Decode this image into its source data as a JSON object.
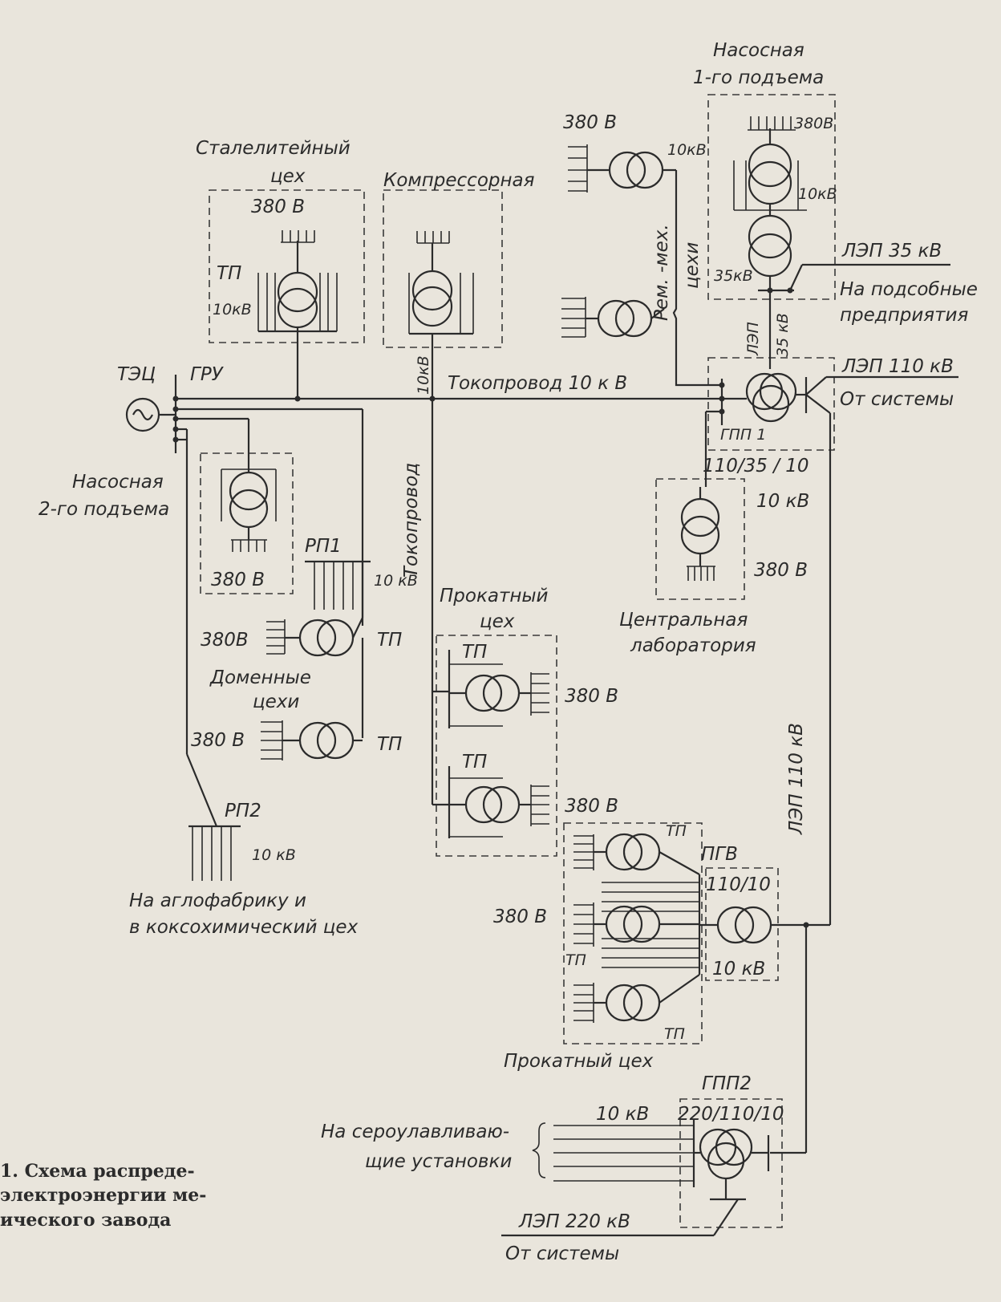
{
  "labels": {
    "pump1": [
      "Насосная",
      "1-го подъема"
    ],
    "steel": [
      "Сталелитейный",
      "цех"
    ],
    "compressor": "Компрессорная",
    "v380": "380 В",
    "v380b": "380В",
    "kv10": "10кВ",
    "kv10s": "10 кВ",
    "tp": "ТП",
    "rem_mech": [
      "Рем. -мех.",
      "цехи"
    ],
    "kv35": "35кВ",
    "lep35": "ЛЭП 35 кВ",
    "subsidiary": [
      "На подсобные",
      "предприятия"
    ],
    "lep_vert": "ЛЭП",
    "kv35_vert": "35 кВ",
    "lep110": "ЛЭП 110 кВ",
    "from_system": "От системы",
    "tec": "ТЭЦ",
    "gru": "ГРУ",
    "bus10": "Токопровод  10 к В",
    "bus_vert": "Токопровод",
    "kv10_vert": "10кВ",
    "gpp1": "ГПП 1",
    "gpp1_ratio": "110/35 / 10",
    "pump2": [
      "Насосная",
      "2-го подъема"
    ],
    "rp1": "РП1",
    "blast": [
      "Доменные",
      "цехи"
    ],
    "rolling1": [
      "Прокатный",
      "цех"
    ],
    "central_lab": [
      "Центральная",
      "лаборатория"
    ],
    "rp2": "РП2",
    "aglo": [
      "На аглофабрику и",
      "в коксохимический цех"
    ],
    "pgv": "ПГВ",
    "pgv_ratio": "110/10",
    "lep110_vert": "ЛЭП  110 кВ",
    "rolling2": "Прокатный цех",
    "gpp2": "ГПП2",
    "gpp2_ratio": "220/110/10",
    "desulf": [
      "На сероулавливаю-",
      "щие установки"
    ],
    "lep220": "ЛЭП  220 кВ",
    "from_system2": "От системы"
  },
  "caption": [
    "1.  Схема распреде-",
    "электроэнергии ме-",
    "ического завода"
  ]
}
